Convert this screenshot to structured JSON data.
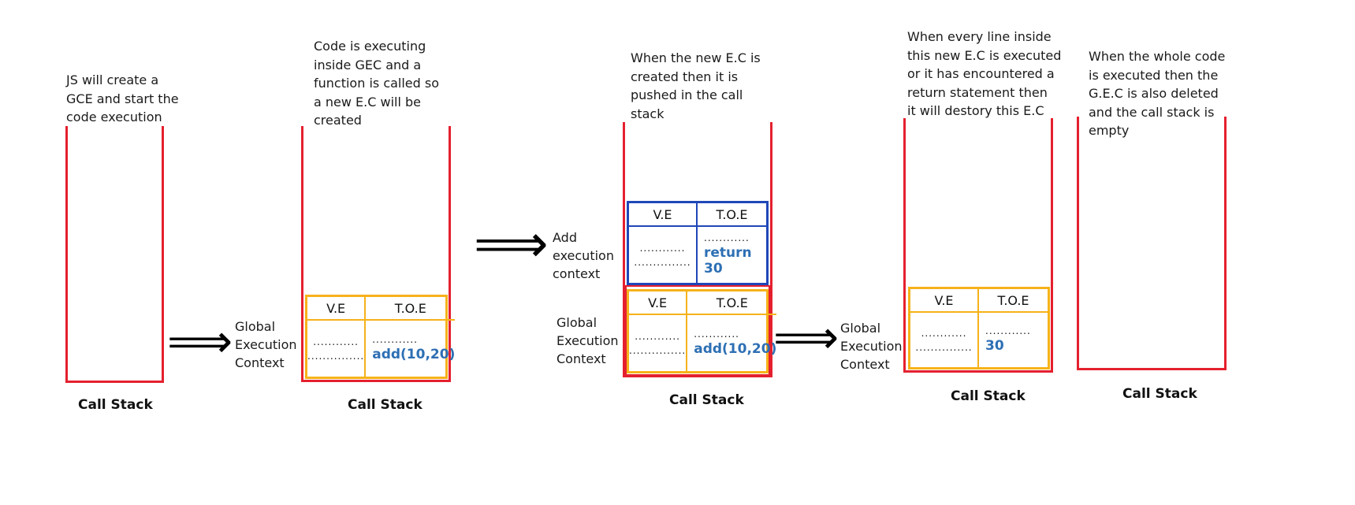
{
  "steps": [
    {
      "note": "JS will create a\nGCE and start the\ncode execution",
      "stack_label": "Call Stack"
    },
    {
      "note": "Code is executing\ninside GEC and a\nfunction is called so\na new E.C will be\ncreated",
      "stack_label": "Call Stack",
      "context_label": "Global\nExecution\nContext",
      "gec": {
        "col1": "V.E",
        "col2": "T.O.E",
        "dots1": "............",
        "dots2": "...............",
        "dots3": "............",
        "value": "add(10,20)"
      }
    },
    {
      "note": "When the new E.C is\ncreated then it is\npushed in the call\nstack",
      "stack_label": "Call Stack",
      "add_label": "Add\nexecution\ncontext",
      "context_label": "Global\nExecution\nContext",
      "aec": {
        "col1": "V.E",
        "col2": "T.O.E",
        "dots1": "............",
        "dots2": "...............",
        "dots3": "............",
        "value": "return 30"
      },
      "gec": {
        "col1": "V.E",
        "col2": "T.O.E",
        "dots1": "............",
        "dots2": "...............",
        "dots3": "............",
        "value": "add(10,20)"
      }
    },
    {
      "note": "When every line inside\nthis new E.C is executed\nor it has encountered a\nreturn statement then\nit will destory this E.C",
      "stack_label": "Call Stack",
      "context_label": "Global\nExecution\nContext",
      "gec": {
        "col1": "V.E",
        "col2": "T.O.E",
        "dots1": "............",
        "dots2": "...............",
        "dots3": "............",
        "value": "30"
      }
    },
    {
      "note": "When the whole code\nis executed then the\nG.E.C is also deleted\nand the call stack is\nempty",
      "stack_label": "Call Stack"
    }
  ],
  "arrow": "⟹",
  "colors": {
    "stack": "#e5202e",
    "gec_border": "#f6b21a",
    "aec_border": "#1f47b8",
    "value": "#2d6fb4"
  }
}
